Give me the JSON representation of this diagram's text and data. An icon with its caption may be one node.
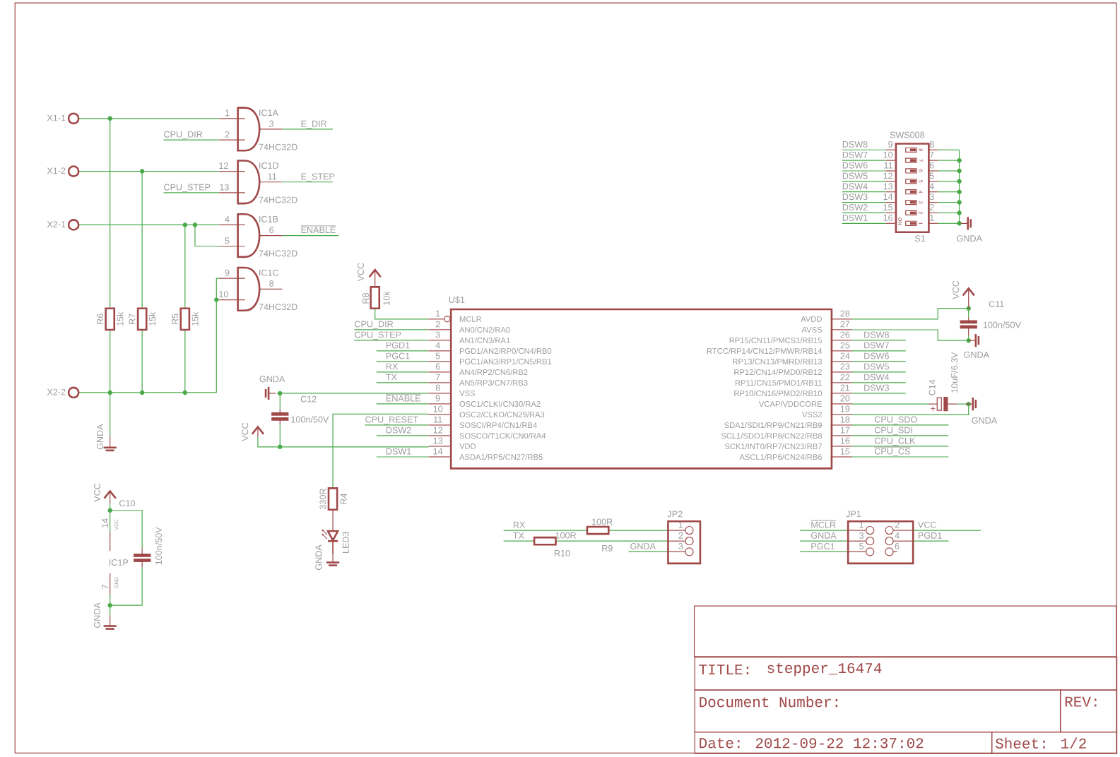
{
  "diagram": {
    "nodes": [
      {
        "text": [
          "IC1A",
          "74HC32D"
        ]
      },
      {
        "text": [
          "IC1D",
          "74HC32D"
        ]
      },
      {
        "text": [
          "IC1B",
          "74HC32D"
        ]
      },
      {
        "text": [
          "IC1C",
          "74HC32D"
        ]
      },
      {
        "text": [
          "U$1",
          "MCLR",
          "AN0/CN2/RA0",
          "AN1/CN3/RA1",
          "PGD1/AN2/RP0/CN4/RB0",
          "PGC1/AN3/RP1/CN5/RB1",
          "AN4/RP2/CN6/RB2",
          "AN5/RP3/CN7/RB3",
          "VSS",
          "OSC1/CLKI/CN30/RA2",
          "OSC2/CLKO/CN29/RA3",
          "SOSCI/RP4/CN1/RB4",
          "SOSCO/T1CK/CN0/RA4",
          "VDD",
          "ASDA1/RP5/CN27/RB5",
          "AVDD",
          "AVSS",
          "RP15/CN11/PMCS1/RB15",
          "RTCC/RP14/CN12/PMWR/RB14",
          "RP13/CN13/PMRD/RB13",
          "RP12/CN14/PMD0/RB12",
          "RP11/CN15/PMD1/RB11",
          "RP10/CN16/PMD2/RB10",
          "VCAP/VDDCORE",
          "VSS2",
          "SDA1/SDI1/RP9/CN21/RB9",
          "SCL1/SDO1/RP8/CN22/RB8",
          "SCK1/INT0/RP7/CN23/RB7",
          "ASCL1/RP6/CN24/RB6"
        ]
      },
      {
        "text": [
          "SWS008",
          "8",
          "7",
          "6",
          "5",
          "4",
          "3",
          "2",
          "1",
          "ON",
          "S1"
        ]
      },
      {
        "text": [
          "JP2"
        ]
      },
      {
        "text": [
          "JP1"
        ]
      },
      {
        "text": [
          "TITLE:",
          "stepper_16474"
        ]
      },
      {
        "text": [
          "Document Number:"
        ]
      },
      {
        "text": [
          "REV:"
        ]
      },
      {
        "text": [
          "Date: 2012-09-22 12:37:02"
        ]
      },
      {
        "text": [
          "Sheet: 1/2"
        ]
      }
    ],
    "labels": [
      "X1-1",
      "1",
      "3",
      "E_DIR",
      "CPU_DIR",
      "2",
      "X1-2",
      "12",
      "11",
      "E_STEP",
      "CPU_STEP",
      "13",
      "X2-1",
      "4",
      "6",
      "ENABLE",
      "5",
      "9",
      "8",
      "10",
      "R6",
      "15k",
      "R7",
      "15k",
      "R5",
      "15k",
      "X2-2",
      "GNDA",
      "VCC",
      "C10",
      "14",
      "VCC",
      "100n/50V",
      "IC1P",
      "7",
      "GND",
      "GNDA",
      "VCC",
      "R8",
      "10k",
      "1",
      "2",
      "3",
      "4",
      "5",
      "6",
      "7",
      "8",
      "9",
      "10",
      "11",
      "12",
      "13",
      "14",
      "CPU_DIR",
      "CPU_STEP",
      "PGD1",
      "PGC1",
      "RX",
      "TX",
      "ENABLE",
      "CPU_RESET",
      "DSW2",
      "DSW1",
      "28",
      "27",
      "26",
      "25",
      "24",
      "23",
      "22",
      "21",
      "20",
      "19",
      "18",
      "17",
      "16",
      "15",
      "DSW8",
      "DSW7",
      "DSW6",
      "DSW5",
      "DSW4",
      "DSW3",
      "CPU_SDO",
      "CPU_SDI",
      "CPU_CLK",
      "CPU_CS",
      "GNDA",
      "C12",
      "100n/50V",
      "VCC",
      "330R",
      "R4",
      "LED3",
      "GNDA",
      "VCC",
      "C11",
      "100n/50V",
      "GNDA",
      "C14",
      "10uF/6.3V",
      "+",
      "GNDA",
      "DSW8",
      "DSW7",
      "DSW6",
      "DSW5",
      "DSW4",
      "DSW3",
      "DSW2",
      "DSW1",
      "9",
      "10",
      "11",
      "12",
      "13",
      "14",
      "15",
      "16",
      "8",
      "7",
      "6",
      "5",
      "4",
      "3",
      "2",
      "1",
      "GNDA",
      "RX",
      "TX",
      "100R",
      "R9",
      "100R",
      "R10",
      "GNDA",
      "1",
      "2",
      "3",
      "MCLR",
      "GNDA",
      "PGC1",
      "1",
      "3",
      "5",
      "2",
      "4",
      "6",
      "VCC",
      "PGD1"
    ]
  }
}
